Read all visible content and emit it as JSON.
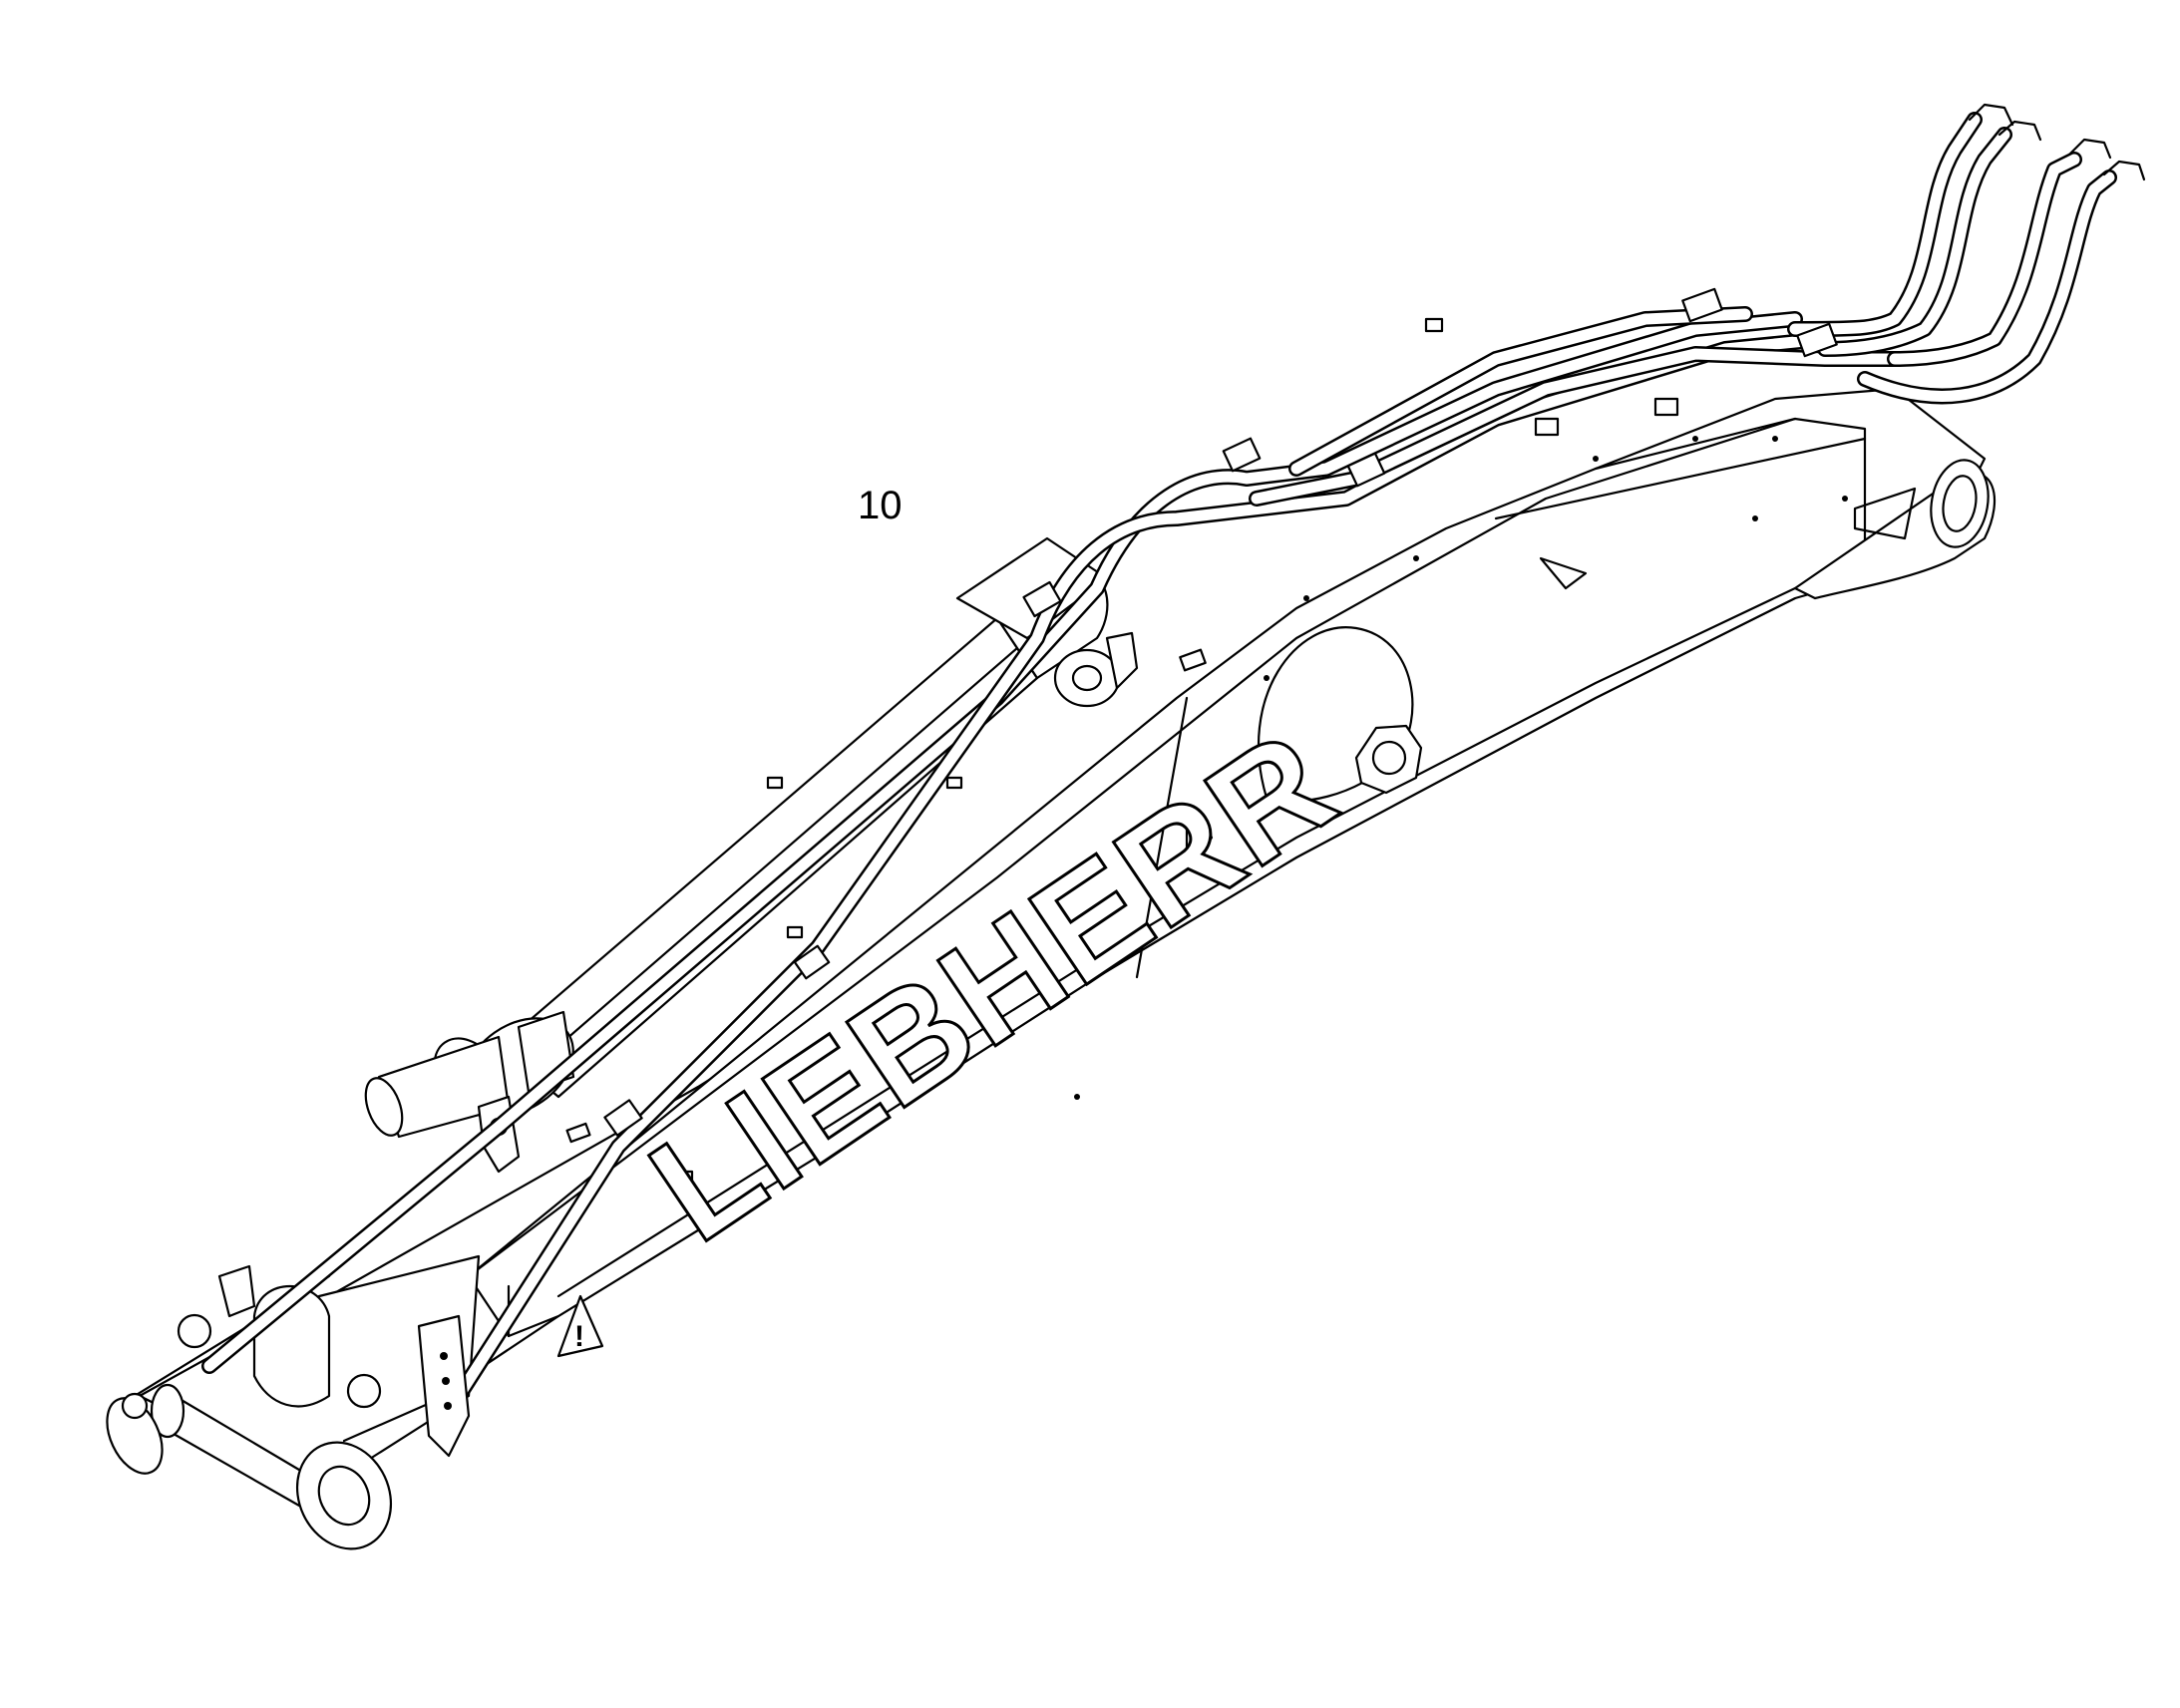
{
  "diagram": {
    "callouts": [
      {
        "id": "item-10",
        "label": "10"
      }
    ],
    "brand_text": "LIEBHERR",
    "warning_symbol": "!",
    "icons": [
      "warning-triangle-icon"
    ]
  }
}
